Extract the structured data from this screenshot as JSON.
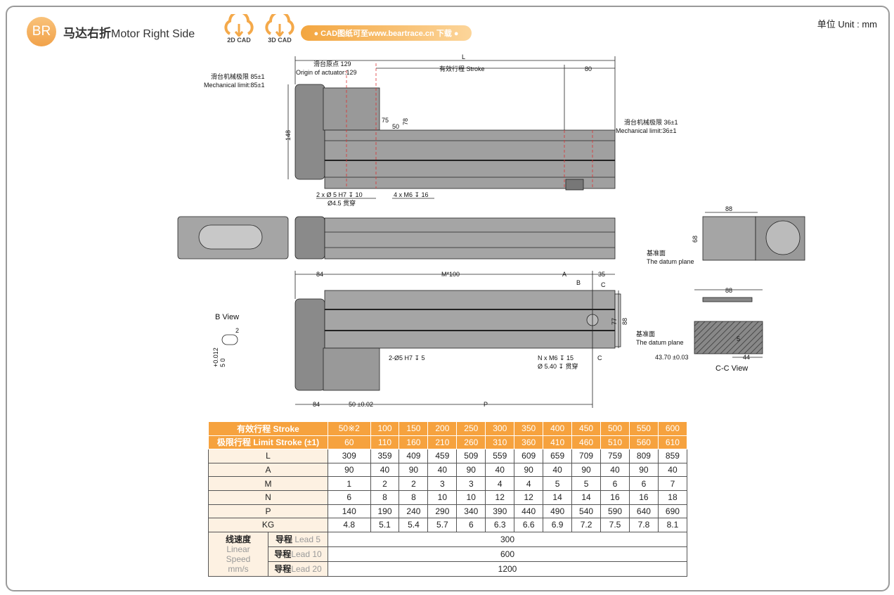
{
  "header": {
    "badge": "BR",
    "title_cn": "马达右折",
    "title_en": "Motor Right Side",
    "cad2d": "2D CAD",
    "cad3d": "3D CAD",
    "download": "● CAD图纸可至www.beartrace.cn 下载 ●",
    "unit": "单位  Unit : mm"
  },
  "drawing": {
    "top": {
      "L": "L",
      "origin_cn": "滑台原点 129",
      "origin_en": "Origin of actuator:129",
      "stroke": "有效行程 Stroke",
      "d80": "80",
      "mech_left_cn": "滑台机械极限 85±1",
      "mech_left_en": "Mechanical limit:85±1",
      "d148": "148",
      "d75": "75",
      "d50": "50",
      "d78": "78",
      "mech_right_cn": "滑台机械极限 36±1",
      "mech_right_en": "Mechanical limit:36±1",
      "hole1": "2 x Ø 5 H7 ↧ 10",
      "hole2": "Ø4.5 贯穿",
      "hole3": "4 x M6 ↧ 16"
    },
    "end": {
      "d88": "88",
      "d68": "68",
      "datum_cn": "基准面",
      "datum_en": "The datum plane"
    },
    "bottom": {
      "d84": "84",
      "m100": "M*100",
      "A": "A",
      "d35": "35",
      "B": "B",
      "C1": "C",
      "d77": "77",
      "d88": "88",
      "hole_a": "2-Ø5 H7 ↧ 5",
      "hole_b": "N x M6 ↧ 15",
      "hole_c": "Ø 5.40 ↧ 贯穿",
      "C2": "C",
      "d84b": "84",
      "d50": "50 ±0.02",
      "P": "P"
    },
    "bview": {
      "title": "B View",
      "d2": "2",
      "tol": "+0.012",
      "tol2": "5  0"
    },
    "ccview": {
      "d88": "88",
      "datum_cn": "基准面",
      "datum_en": "The datum plane",
      "d4370": "43.70 ±0.03",
      "d44": "44",
      "d5": "5",
      "title": "C-C View"
    }
  },
  "table": {
    "stroke_label": "有效行程 Stroke",
    "stroke": [
      "50※2",
      "100",
      "150",
      "200",
      "250",
      "300",
      "350",
      "400",
      "450",
      "500",
      "550",
      "600"
    ],
    "limit_label": "极限行程 Limit Stroke (±1)",
    "limit": [
      "60",
      "110",
      "160",
      "210",
      "260",
      "310",
      "360",
      "410",
      "460",
      "510",
      "560",
      "610"
    ],
    "rows": [
      {
        "label": "L",
        "values": [
          "309",
          "359",
          "409",
          "459",
          "509",
          "559",
          "609",
          "659",
          "709",
          "759",
          "809",
          "859"
        ]
      },
      {
        "label": "A",
        "values": [
          "90",
          "40",
          "90",
          "40",
          "90",
          "40",
          "90",
          "40",
          "90",
          "40",
          "90",
          "40"
        ]
      },
      {
        "label": "M",
        "values": [
          "1",
          "2",
          "2",
          "3",
          "3",
          "4",
          "4",
          "5",
          "5",
          "6",
          "6",
          "7"
        ]
      },
      {
        "label": "N",
        "values": [
          "6",
          "8",
          "8",
          "10",
          "10",
          "12",
          "12",
          "14",
          "14",
          "16",
          "16",
          "18"
        ]
      },
      {
        "label": "P",
        "values": [
          "140",
          "190",
          "240",
          "290",
          "340",
          "390",
          "440",
          "490",
          "540",
          "590",
          "640",
          "690"
        ]
      },
      {
        "label": "KG",
        "values": [
          "4.8",
          "5.1",
          "5.4",
          "5.7",
          "6",
          "6.3",
          "6.6",
          "6.9",
          "7.2",
          "7.5",
          "7.8",
          "8.1"
        ]
      }
    ],
    "speed_cn": "线速度",
    "speed_en1": "Linear",
    "speed_en2": "Speed",
    "speed_unit": "mm/s",
    "leads": [
      {
        "cn": "导程",
        "en": "Lead 5",
        "value": "300"
      },
      {
        "cn": "导程",
        "en": "Lead 10",
        "value": "600"
      },
      {
        "cn": "导程",
        "en": "Lead 20",
        "value": "1200"
      }
    ]
  }
}
